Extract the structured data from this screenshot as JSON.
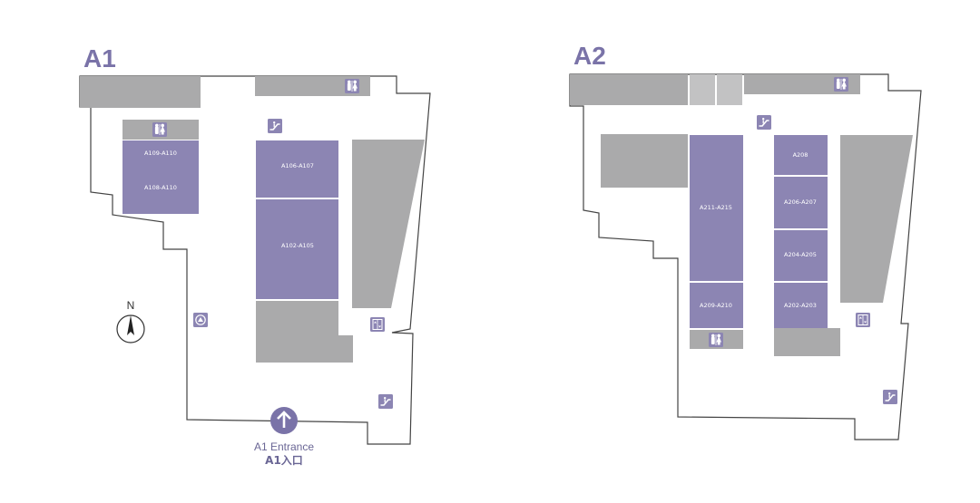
{
  "floors": {
    "a1": {
      "title": "A1",
      "rooms": {
        "a109_a110": "A109-A110",
        "a108_a110": "A108-A110",
        "a106_a107": "A106-A107",
        "a102_a105": "A102-A105"
      },
      "entrance": {
        "label_en": "A1 Entrance",
        "label_cn": "A1入口"
      }
    },
    "a2": {
      "title": "A2",
      "rooms": {
        "a211_a215": "A211-A215",
        "a209_a210": "A209-A210",
        "a208": "A208",
        "a206_a207": "A206-A207",
        "a204_a205": "A204-A205",
        "a202_a203": "A202-A203"
      }
    }
  },
  "compass": {
    "north_label": "N"
  },
  "icons": {
    "restroom": "restroom-icon",
    "escalator": "escalator-icon",
    "elevator": "elevator-icon",
    "stairs": "stairs-icon",
    "entrance_arrow": "arrow-up-icon",
    "compass": "compass-icon"
  },
  "colors": {
    "title": "#7a73a8",
    "room": "#8c85b3",
    "service_block": "#aaaaab",
    "outline": "#444444"
  }
}
